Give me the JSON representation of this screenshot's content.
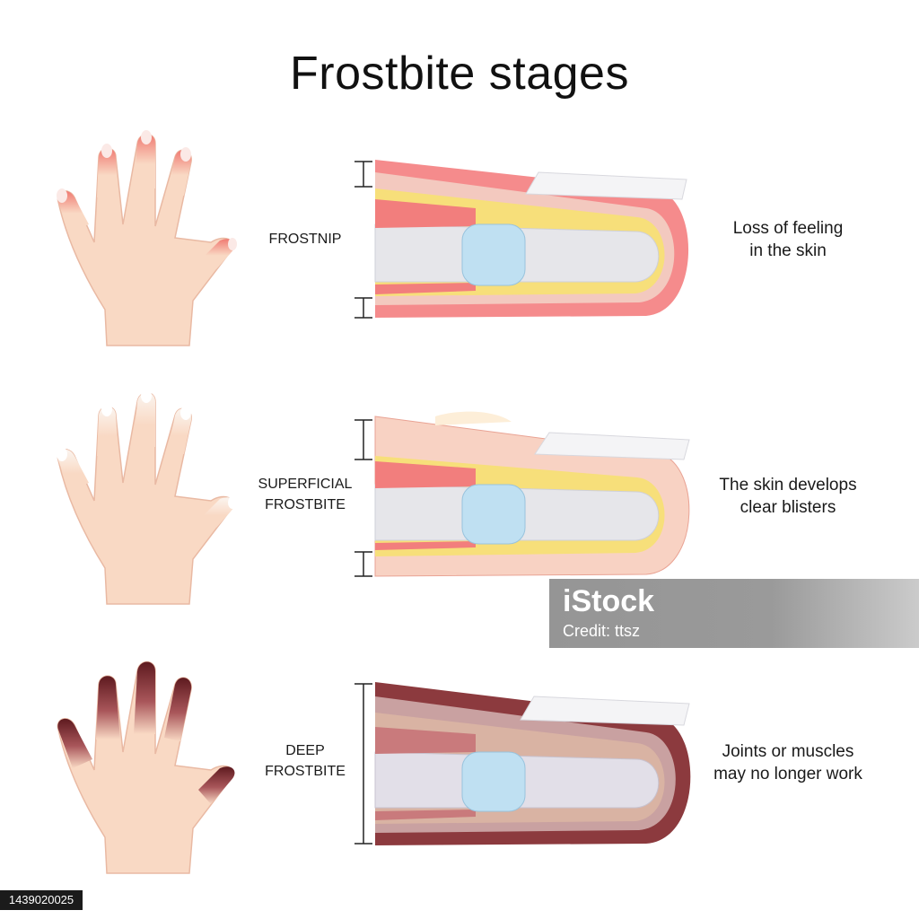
{
  "title": "Frostbite stages",
  "stages": [
    {
      "label": "FROSTNIP",
      "description": "Loss of feeling\nin the skin"
    },
    {
      "label": "SUPERFICIAL\nFROSTBITE",
      "description": "The skin develops\nclear blisters"
    },
    {
      "label": "DEEP\nFROSTBITE",
      "description": "Joints or muscles\nmay no longer work"
    }
  ],
  "watermark": {
    "logo": "iStock",
    "credit": "Credit: ttsz"
  },
  "stock_id": "1439020025",
  "colors": {
    "skin": "#f9d9c4",
    "frostnip_red": "#ef7d78",
    "superficial_white": "#fbf5f0",
    "deep_dark": "#5e1a1f",
    "fat_yellow": "#f7df7a",
    "bone": "#e6e6ea",
    "joint_blue": "#bfe0f2"
  }
}
